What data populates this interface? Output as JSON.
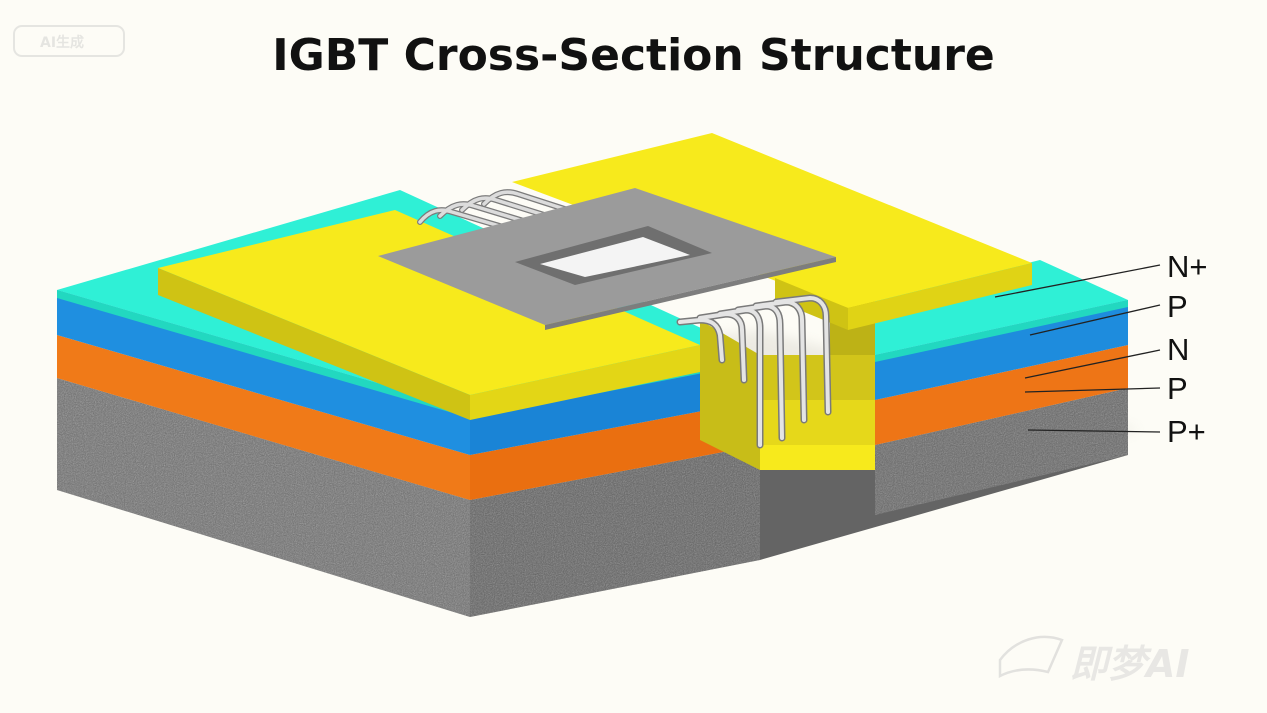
{
  "title": "IGBT Cross-Section Structure",
  "layer_labels": [
    "N+",
    "P",
    "N",
    "P",
    "P+"
  ],
  "colors": {
    "background": "#fdfcf6",
    "substrate": "#6f6f6f",
    "orange_layer": "#f27a1a",
    "blue_layer": "#1f8fe0",
    "cyan_layer": "#2ff0d6",
    "yellow_pads": "#f7ea1c",
    "gray_plate": "#9a9a9a",
    "wires": "#cfcfcf"
  },
  "watermarks": {
    "bottom_right": "即梦AI",
    "top_left": "AI生成"
  }
}
